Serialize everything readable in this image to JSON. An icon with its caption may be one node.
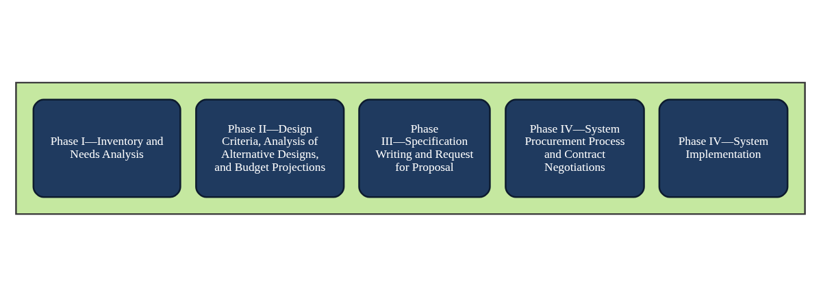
{
  "diagram": {
    "nodes": [
      {
        "text": [],
        "shape": "arrow"
      },
      {
        "text": [
          "Phase I—Inventory and Needs Analysis"
        ],
        "in": 0
      },
      {
        "text": [
          "Phase II—Design Criteria, Analysis of Alternative Designs, and Budget Projections"
        ],
        "in": 0
      },
      {
        "text": [
          "Phase III—Specification Writing and Request for Proposal"
        ],
        "in": 0
      },
      {
        "text": [
          "Phase IV—System Procurement Process and Contract Negotiations"
        ],
        "in": 0
      },
      {
        "text": [
          "Phase IV—System Implementation"
        ],
        "in": 0
      }
    ]
  }
}
